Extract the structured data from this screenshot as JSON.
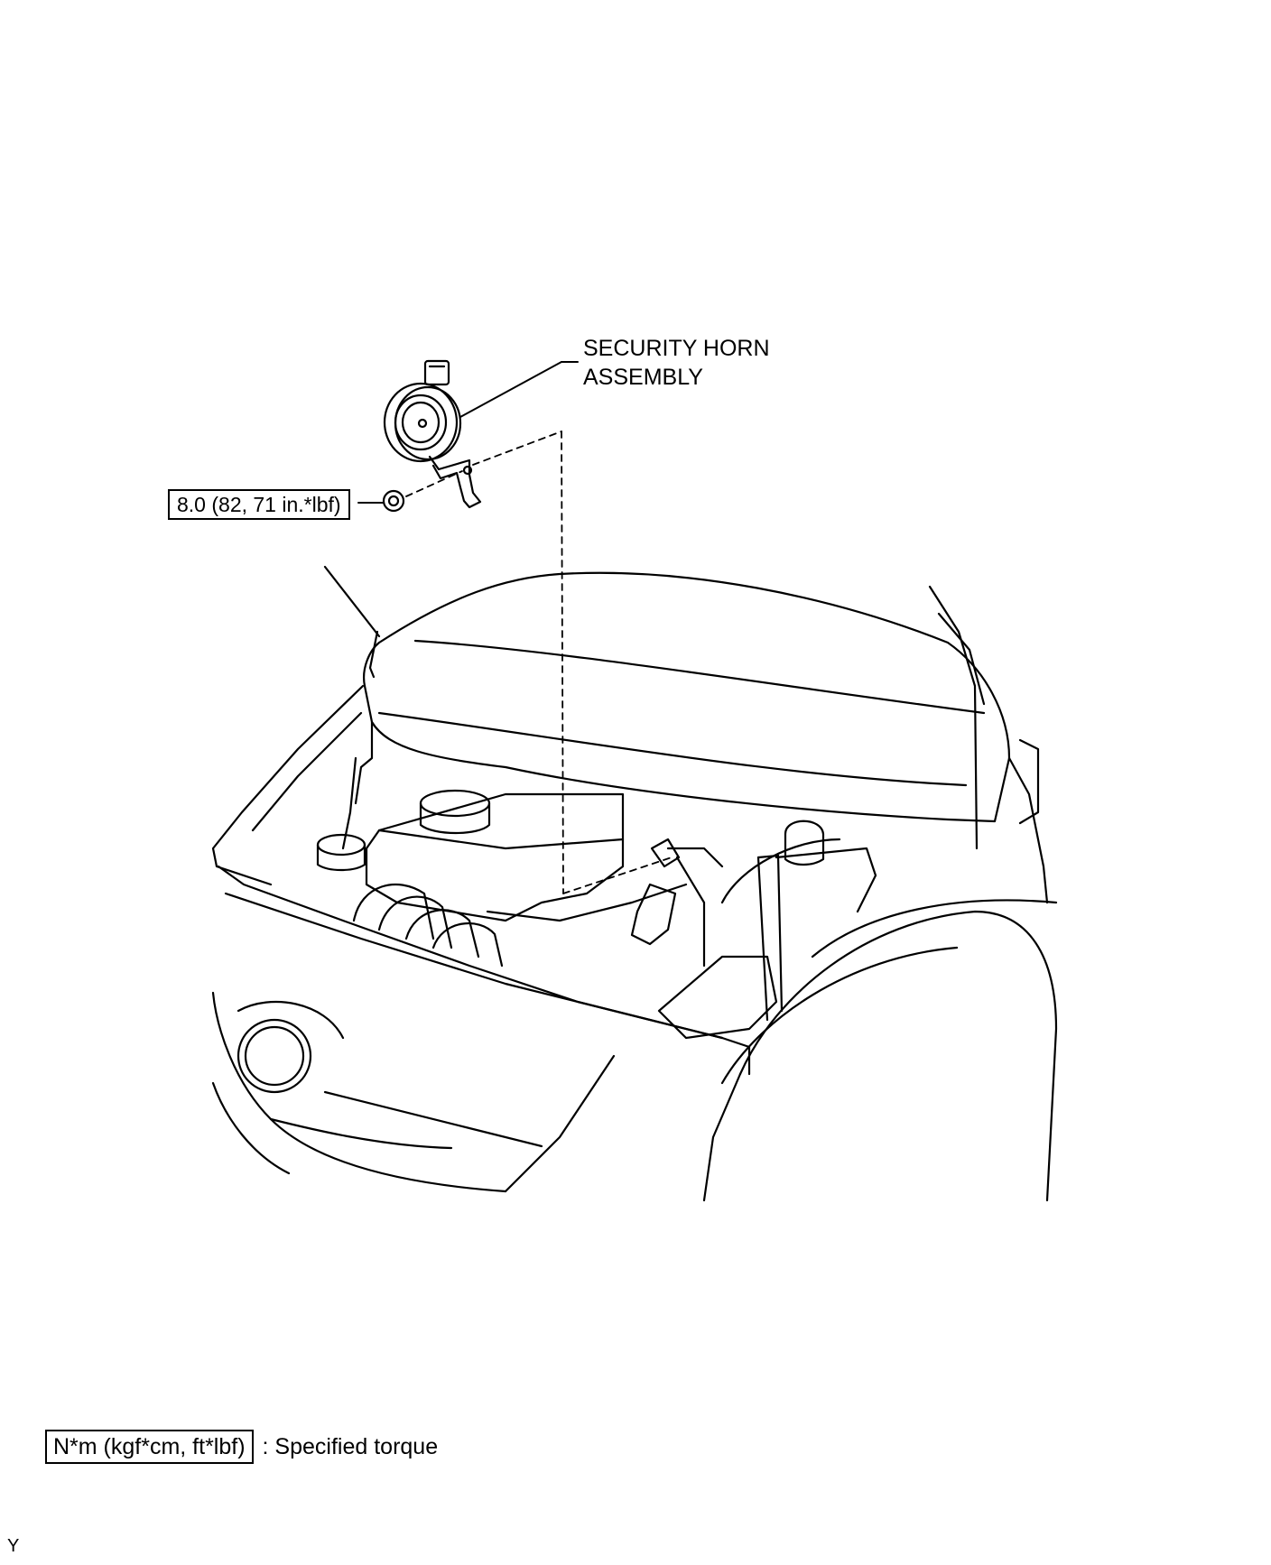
{
  "callouts": {
    "horn_line1": "SECURITY HORN",
    "horn_line2": "ASSEMBLY",
    "torque": "8.0 (82, 71 in.*lbf)"
  },
  "legend": {
    "unit": "N*m (kgf*cm, ft*lbf)",
    "description": ": Specified torque"
  },
  "footer": {
    "code": "Y"
  }
}
